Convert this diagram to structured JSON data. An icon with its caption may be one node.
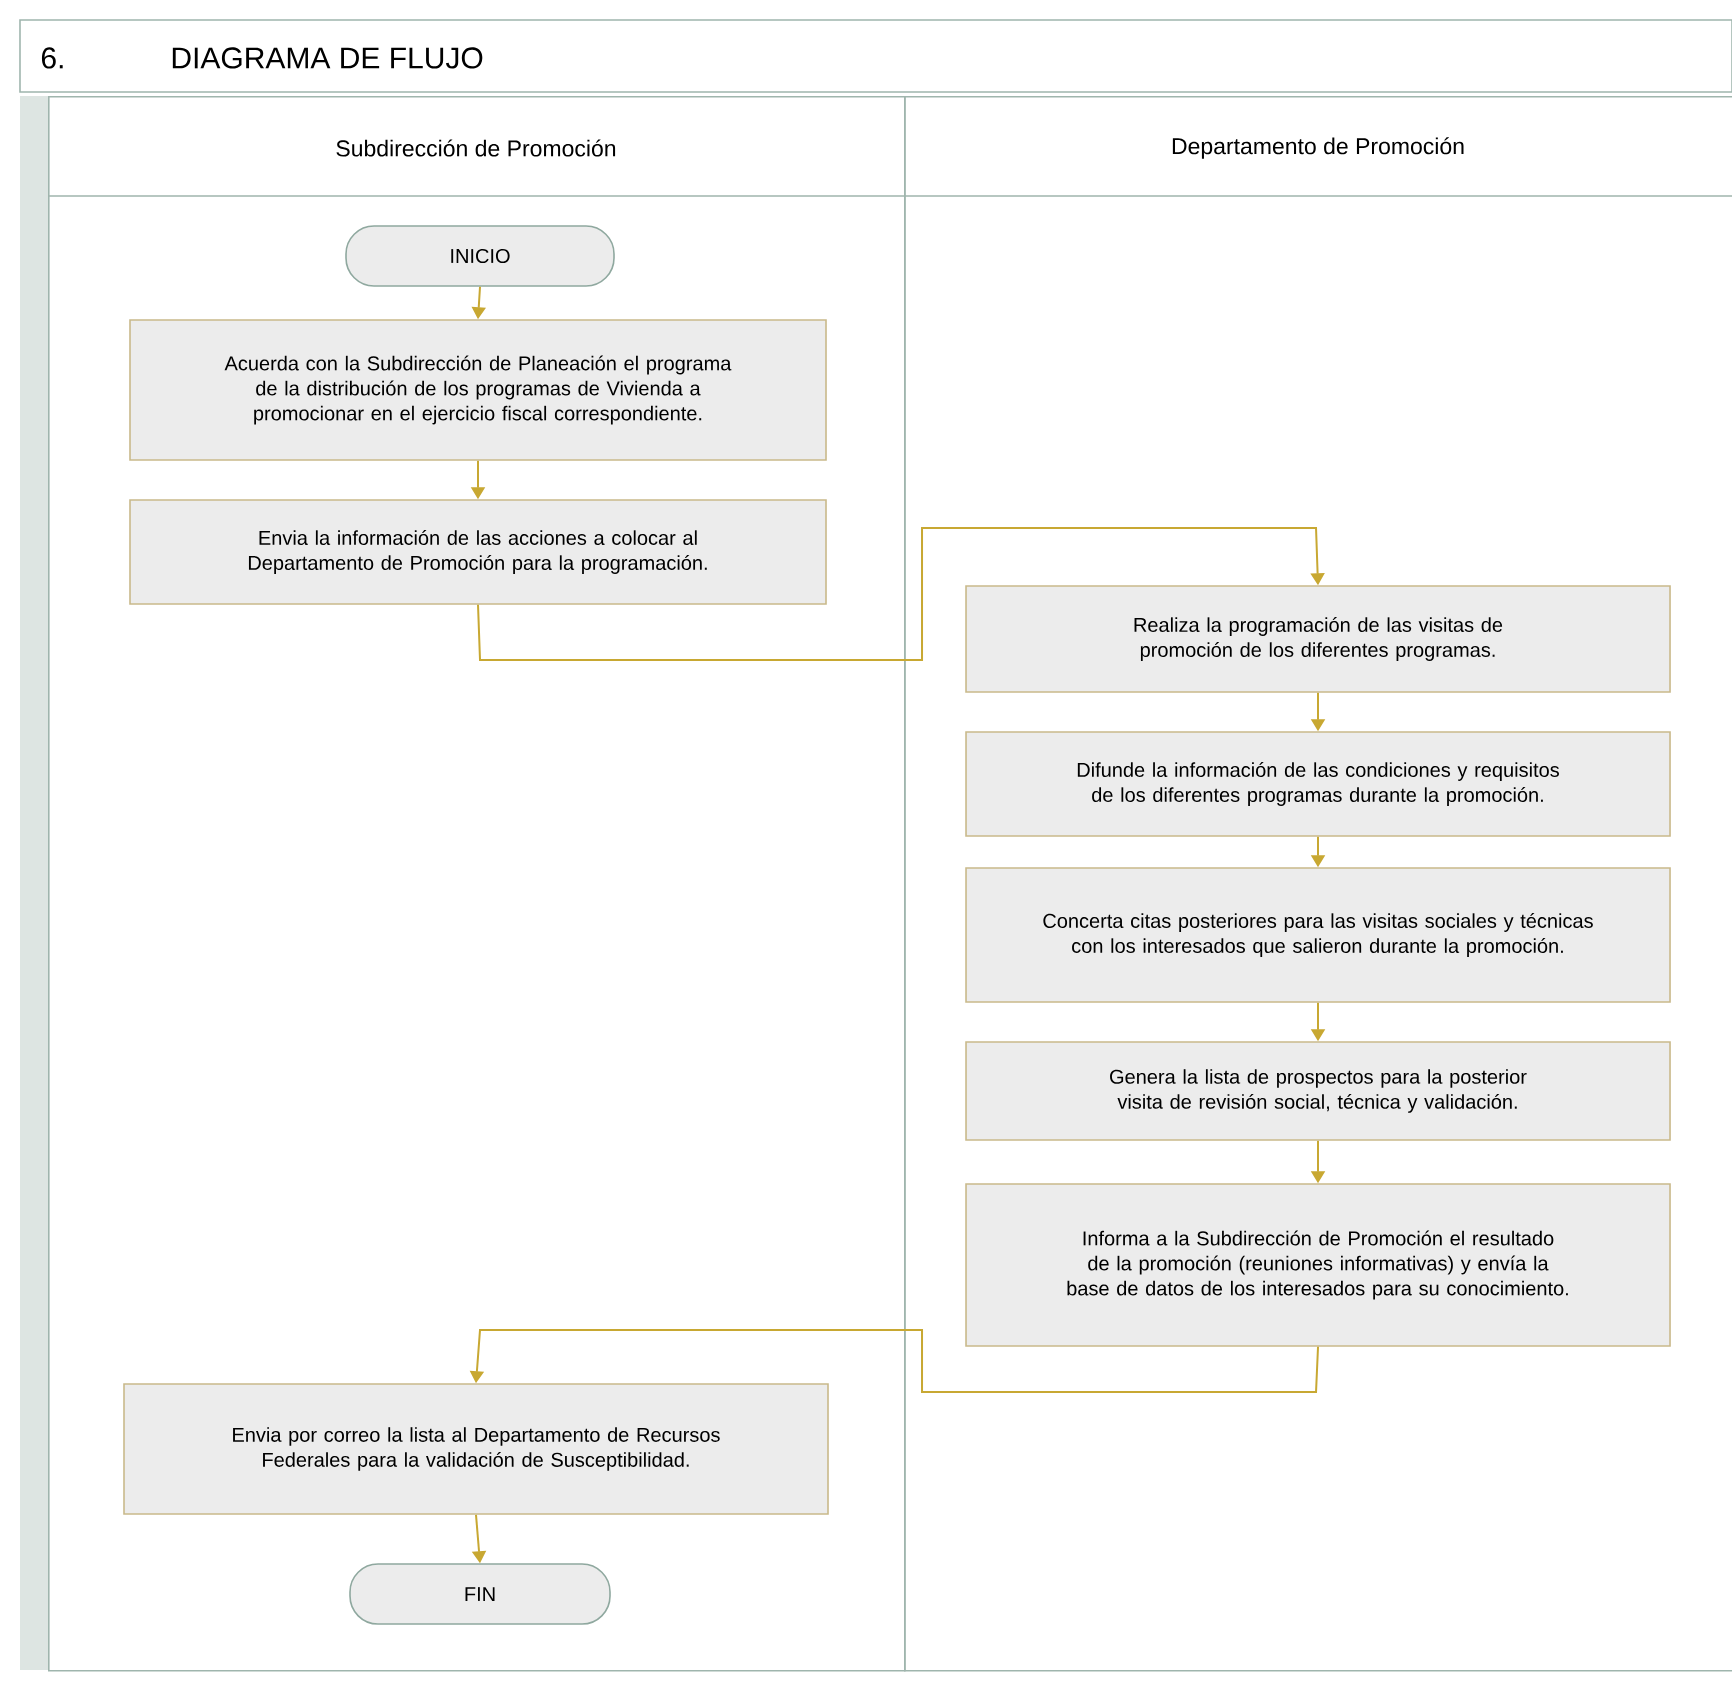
{
  "diagram": {
    "title": "DIAGRAMA DE FLUJO",
    "nodes": [
      {
        "text": [
          "Subdirección de Promoción"
        ]
      },
      {
        "text": [
          "Departamento de Promoción"
        ]
      },
      {
        "text": [
          "INICIO"
        ],
        "in": 0
      },
      {
        "text": [
          "Acuerda con la Subdirección de Planeación el programa de la distribución de los programas de Vivienda a promocionar en el ejercicio fiscal correspondiente."
        ],
        "in": 0
      },
      {
        "text": [
          "Envia la información de las acciones a colocar al Departamento de Promoción para la programación."
        ],
        "in": 0
      },
      {
        "text": [
          "Realiza la programación de las visitas de promoción de los diferentes programas."
        ],
        "in": 1
      },
      {
        "text": [
          "Difunde la información de las condiciones y requisitos de los diferentes programas durante la promoción."
        ],
        "in": 1
      },
      {
        "text": [
          "Concerta citas posteriores para las visitas sociales y técnicas con los interesados que salieron durante la promoción."
        ],
        "in": 1
      },
      {
        "text": [
          "Genera la lista de prospectos para la posterior visita de revisión social, técnica y validación."
        ],
        "in": 1
      },
      {
        "text": [
          "Informa a la Subdirección de Promoción el resultado de la promoción (reuniones informativas) y envía la base de datos de los interesados para su conocimiento."
        ],
        "in": 1
      },
      {
        "text": [
          "Envia por correo la lista al Departamento de Recursos Federales para la validación de Susceptibilidad."
        ],
        "in": 0
      },
      {
        "text": [
          "FIN"
        ],
        "in": 0
      }
    ],
    "edges": [
      {
        "from": 2,
        "to": 3,
        "arrow": "to"
      },
      {
        "from": 3,
        "to": 4,
        "arrow": "to"
      },
      {
        "from": 4,
        "to": 5,
        "arrow": "to"
      },
      {
        "from": 5,
        "to": 6,
        "arrow": "to"
      },
      {
        "from": 6,
        "to": 7,
        "arrow": "to"
      },
      {
        "from": 7,
        "to": 8,
        "arrow": "to"
      },
      {
        "from": 8,
        "to": 9,
        "arrow": "to"
      },
      {
        "from": 9,
        "to": 10,
        "arrow": "to"
      },
      {
        "from": 10,
        "to": 11,
        "arrow": "to"
      }
    ],
    "labels": [
      "6."
    ]
  }
}
